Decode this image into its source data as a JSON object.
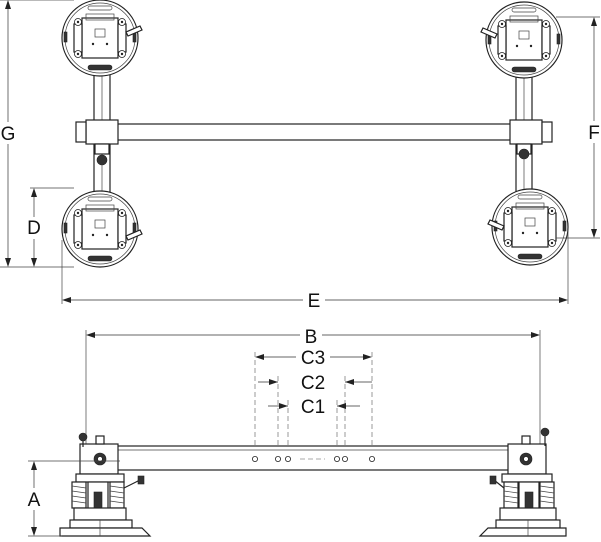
{
  "labels": {
    "a": "A",
    "b": "B",
    "c1": "C1",
    "c2": "C2",
    "c3": "C3",
    "d": "D",
    "e": "E",
    "f": "F",
    "g": "G"
  }
}
